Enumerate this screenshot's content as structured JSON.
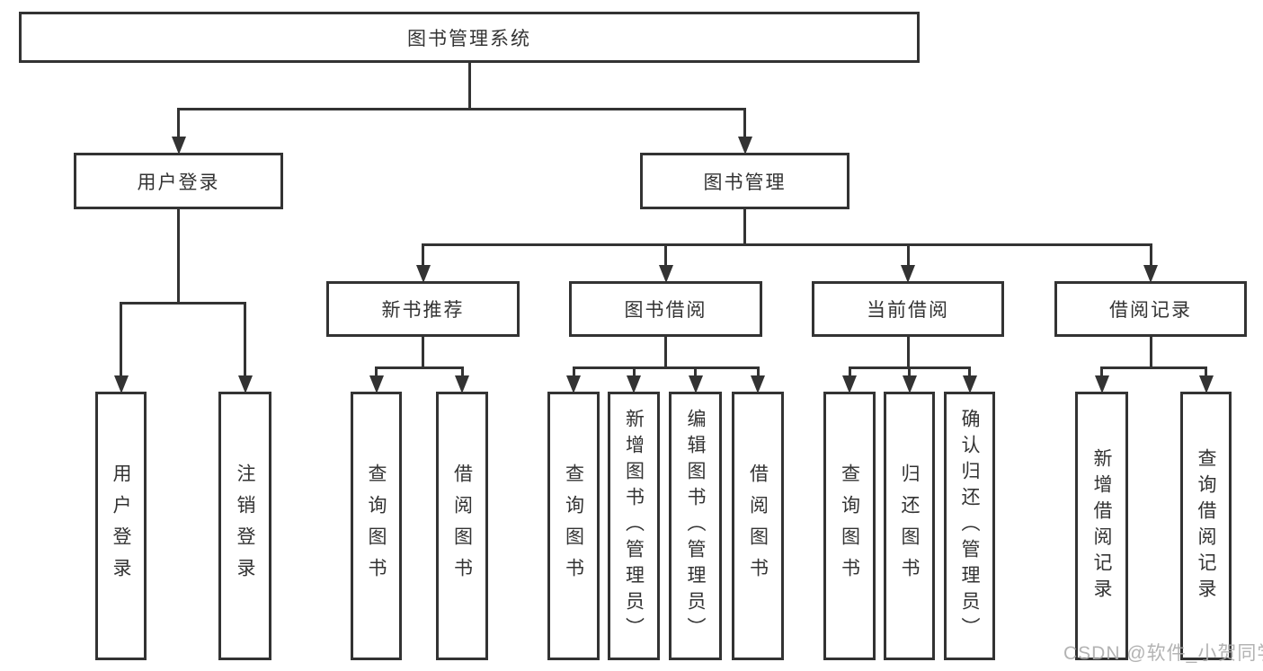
{
  "diagram": {
    "title": "图书管理系统",
    "watermark": "CSDN @软件_小贺同学",
    "colors": {
      "line": "#333333",
      "border": "#333333",
      "text": "#333333",
      "background": "#ffffff",
      "watermark": "#ababab"
    },
    "nodes": [
      {
        "id": "root",
        "label": "图书管理系统",
        "level": 1,
        "parent": null,
        "vertical": false
      },
      {
        "id": "user-login",
        "label": "用户登录",
        "level": 2,
        "parent": "root",
        "vertical": false
      },
      {
        "id": "book-mgmt",
        "label": "图书管理",
        "level": 2,
        "parent": "root",
        "vertical": false
      },
      {
        "id": "new-book-rec",
        "label": "新书推荐",
        "level": 3,
        "parent": "book-mgmt",
        "vertical": false
      },
      {
        "id": "book-borrow",
        "label": "图书借阅",
        "level": 3,
        "parent": "book-mgmt",
        "vertical": false
      },
      {
        "id": "current-borrow",
        "label": "当前借阅",
        "level": 3,
        "parent": "book-mgmt",
        "vertical": false
      },
      {
        "id": "borrow-records",
        "label": "借阅记录",
        "level": 3,
        "parent": "book-mgmt",
        "vertical": false
      },
      {
        "id": "leaf-user-login",
        "label": "用户登录",
        "level": 4,
        "parent": "user-login",
        "vertical": true
      },
      {
        "id": "leaf-logout",
        "label": "注销登录",
        "level": 4,
        "parent": "user-login",
        "vertical": true
      },
      {
        "id": "leaf-nbr-query-book",
        "label": "查询图书",
        "level": 4,
        "parent": "new-book-rec",
        "vertical": true
      },
      {
        "id": "leaf-nbr-borrow-book",
        "label": "借阅图书",
        "level": 4,
        "parent": "new-book-rec",
        "vertical": true
      },
      {
        "id": "leaf-bb-query-book",
        "label": "查询图书",
        "level": 4,
        "parent": "book-borrow",
        "vertical": true
      },
      {
        "id": "leaf-bb-add-book",
        "label": "新增图书（管理员）",
        "level": 4,
        "parent": "book-borrow",
        "vertical": true
      },
      {
        "id": "leaf-bb-edit-book",
        "label": "编辑图书（管理员）",
        "level": 4,
        "parent": "book-borrow",
        "vertical": true
      },
      {
        "id": "leaf-bb-borrow-book",
        "label": "借阅图书",
        "level": 4,
        "parent": "book-borrow",
        "vertical": true
      },
      {
        "id": "leaf-cb-query-book",
        "label": "查询图书",
        "level": 4,
        "parent": "current-borrow",
        "vertical": true
      },
      {
        "id": "leaf-cb-return-book",
        "label": "归还图书",
        "level": 4,
        "parent": "current-borrow",
        "vertical": true
      },
      {
        "id": "leaf-cb-confirm-return",
        "label": "确认归还（管理员）",
        "level": 4,
        "parent": "current-borrow",
        "vertical": true
      },
      {
        "id": "leaf-br-add-record",
        "label": "新增借阅记录",
        "level": 4,
        "parent": "borrow-records",
        "vertical": true
      },
      {
        "id": "leaf-br-query-record",
        "label": "查询借阅记录",
        "level": 4,
        "parent": "borrow-records",
        "vertical": true
      }
    ]
  }
}
